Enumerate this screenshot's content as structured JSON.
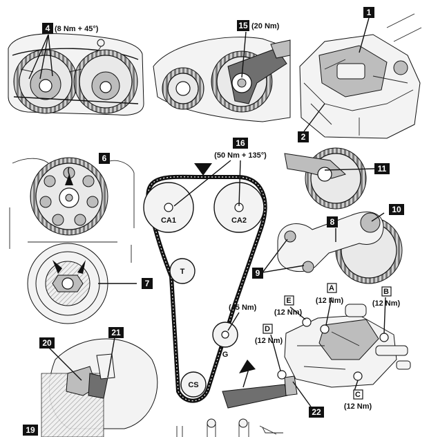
{
  "callouts": {
    "c1": "1",
    "c2": "2",
    "c4": "4",
    "c6": "6",
    "c7": "7",
    "c8": "8",
    "c9": "9",
    "c10": "10",
    "c11": "11",
    "c15": "15",
    "c16": "16",
    "c19": "19",
    "c20": "20",
    "c21": "21",
    "c22": "22"
  },
  "letters": {
    "A": "A",
    "B": "B",
    "C": "C",
    "D": "D",
    "E": "E"
  },
  "torques": {
    "t4": "(8 Nm + 45°)",
    "t15": "(20 Nm)",
    "t16": "(50 Nm + 135°)",
    "t45": "(45 Nm)",
    "tA": "(12 Nm)",
    "tB": "(12 Nm)",
    "tC": "(12 Nm)",
    "tD": "(12 Nm)",
    "tE": "(12 Nm)"
  },
  "pulleys": {
    "ca1": "CA1",
    "ca2": "CA2",
    "t": "T",
    "g": "G",
    "cs": "CS"
  }
}
